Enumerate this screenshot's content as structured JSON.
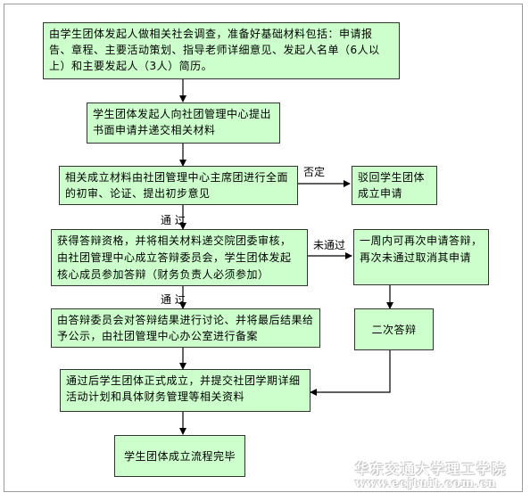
{
  "steps": {
    "step1": "由学生团体发起人做相关社会调查，准备好基础材料包括：申请报告、章程、主要活动策划、指导老师详细意见、发起人名单（6人以上）和主要发起人（3人）简历。",
    "step2": "学生团体发起人向社团管理中心提出书面申请并递交相关材料",
    "step3": "相关成立材料由社团管理中心主席团进行全面的初审、论证、提出初步意见",
    "step4": "获得答辩资格，并将相关材料递交院团委审核，由社团管理中心成立答辩委员会，学生团体发起核心成员参加答辩（财务负责人必须参加）",
    "step5": "由答辩委员会对答辩结果进行讨论、并将最后结果给予公示，由社团管理中心办公室进行备案",
    "step6": "通过后学生团体正式成立，并提交社团学期详细活动计划和具体财务管理等相关资料",
    "step7": "学生团体成立流程完毕",
    "reject": "驳回学生团体成立申请",
    "retry": "一周内可再次申请答辩，再次未通过取消其申请",
    "second": "二次答辩"
  },
  "labels": {
    "fail1": "否定",
    "pass1": "通  过",
    "fail2": "未通过",
    "pass2": "通  过"
  },
  "watermark": {
    "name": "华东交通大学理工学院",
    "url": "www.ecjtuit.com.cn"
  }
}
